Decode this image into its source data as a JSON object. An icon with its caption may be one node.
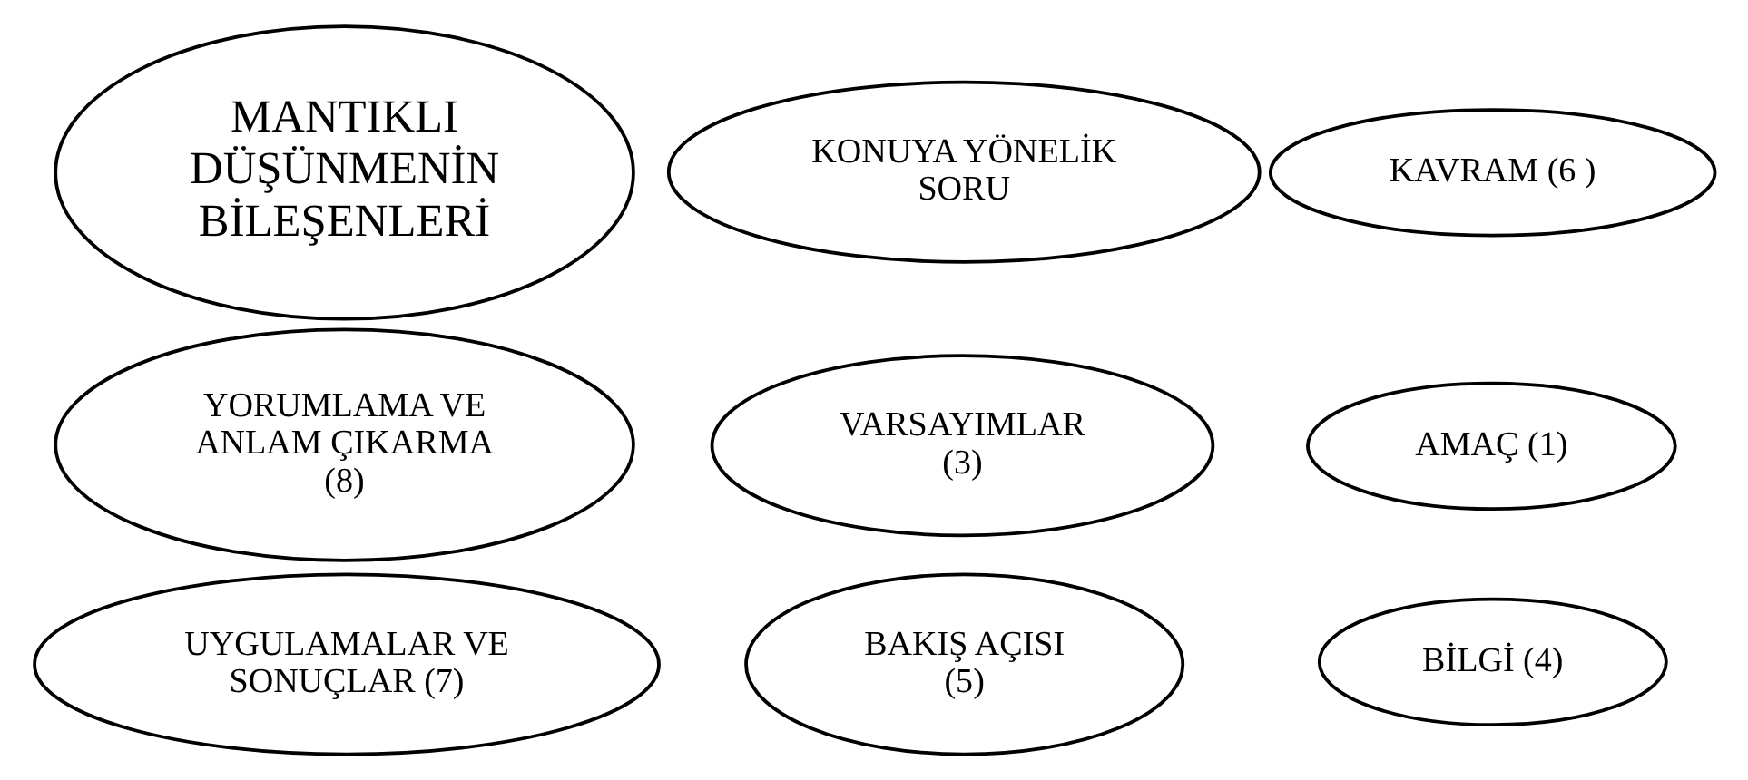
{
  "diagram": {
    "nodes": [
      {
        "text": [
          "AMAÇ (1)"
        ]
      },
      {
        "text": [
          "YORUMLAMA VE ANLAM ÇIKARMA (8)"
        ]
      },
      {
        "text": [
          "KONUYA YÖNELİK SORU"
        ]
      },
      {
        "text": [
          "MANTIKLI DÜŞÜNMENİN BİLEŞENLERİ"
        ]
      },
      {
        "text": [
          "UYGULAMALAR VE SONUÇLAR (7)"
        ]
      },
      {
        "text": [
          "VARSAYIMLAR (3)"
        ]
      },
      {
        "text": [
          "BİLGİ (4)"
        ]
      },
      {
        "text": [
          "KAVRAM (6 )"
        ]
      },
      {
        "text": [
          "BAKIŞ AÇISI (5)"
        ]
      }
    ]
  }
}
